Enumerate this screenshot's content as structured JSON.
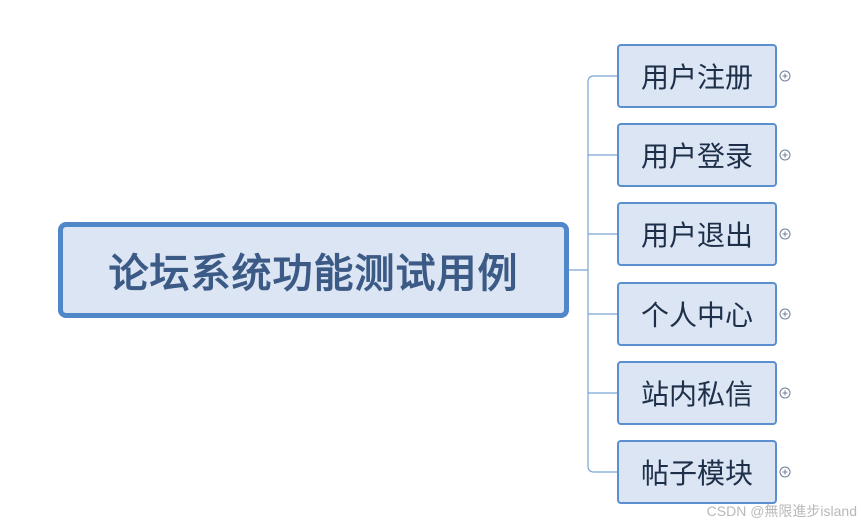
{
  "root": {
    "label": "论坛系统功能测试用例"
  },
  "children": [
    {
      "label": "用户注册",
      "expand_icon": "plus-circle-icon"
    },
    {
      "label": "用户登录",
      "expand_icon": "plus-circle-icon"
    },
    {
      "label": "用户退出",
      "expand_icon": "plus-circle-icon"
    },
    {
      "label": "个人中心",
      "expand_icon": "plus-circle-icon"
    },
    {
      "label": "站内私信",
      "expand_icon": "plus-circle-icon"
    },
    {
      "label": "帖子模块",
      "expand_icon": "plus-circle-icon"
    }
  ],
  "watermark": {
    "text": "CSDN @無限進步island"
  },
  "colors": {
    "node_fill": "#dbe5f3",
    "root_border": "#4f87c9",
    "child_border": "#5b8fd0",
    "connector": "#7aa3d6",
    "root_text": "#3b5a86",
    "child_text": "#1e2f4a"
  }
}
